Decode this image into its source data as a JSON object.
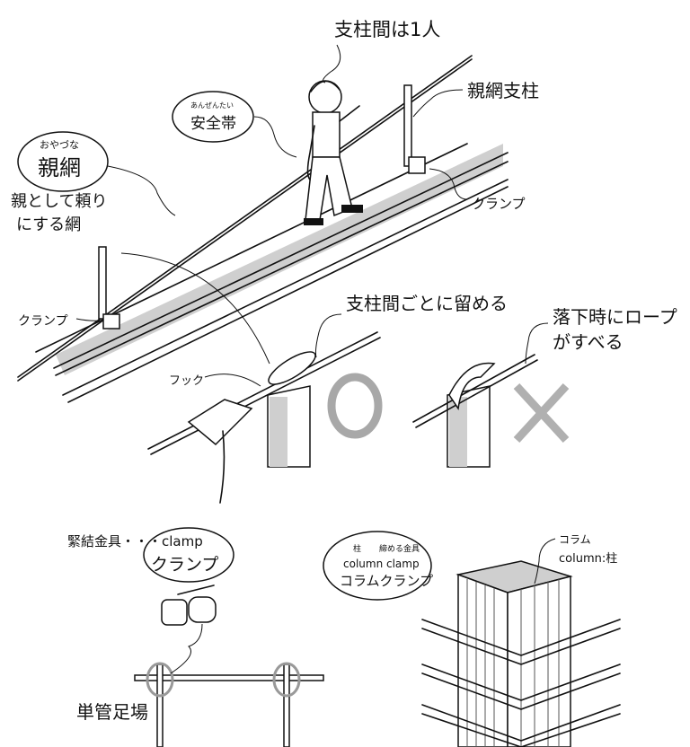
{
  "top": {
    "one_person_label": "支柱間は1人",
    "post_label": "親網支柱",
    "harness_reading": "あんぜんたい",
    "harness_label": "安全帯",
    "lifeline_reading": "おやづな",
    "lifeline_label": "親網",
    "lifeline_desc_1": "親として頼り",
    "lifeline_desc_2": "にする網",
    "clamp_right_label": "クランプ",
    "clamp_left_label": "クランプ"
  },
  "middle": {
    "fix_label": "支柱間ごとに留める",
    "slip_label_1": "落下時にロープ",
    "slip_label_2": "がすべる",
    "hook_label": "フック",
    "correct_mark": "○",
    "wrong_mark": "×",
    "correct_color": "#a8a8a8",
    "wrong_color": "#b0b0b0"
  },
  "bottom": {
    "coupler_label": "緊結金具・・・clamp",
    "coupler_bubble": "クランプ",
    "scaffold_label": "単管足場",
    "column_bubble_reading_1": "柱",
    "column_bubble_reading_2": "締める金具",
    "column_bubble_en": "column clamp",
    "column_bubble_jp": "コラムクランプ",
    "column_label_1": "コラム",
    "column_label_2": "column:柱"
  }
}
